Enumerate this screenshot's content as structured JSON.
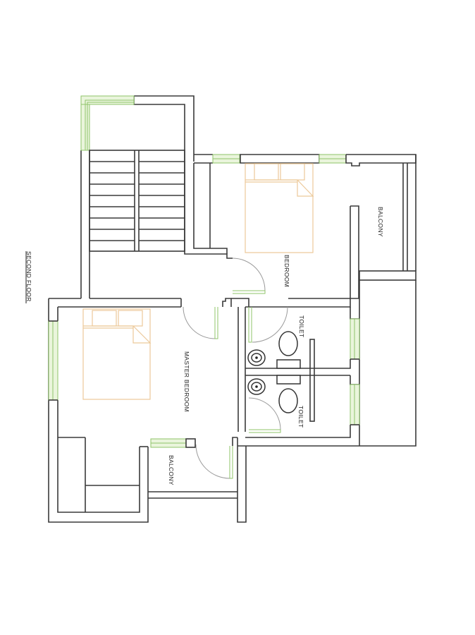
{
  "drawing": {
    "title": "SECOND FLOOR",
    "rooms": {
      "bedroom": "BEDROOM",
      "master_bedroom": "MASTER BEDROOM",
      "balcony_right": "BALCONY",
      "balcony_bottom": "BALCONY",
      "toilet_upper": "TOILET",
      "toilet_lower": "TOILET"
    },
    "stairs": {
      "flights": 2,
      "treads_per_flight": 9
    },
    "colors": {
      "wall": "#3a3a3a",
      "window": "#8fc46a",
      "furniture": "#ecc99a",
      "door_swing": "#9a9a9a",
      "background": "#ffffff"
    }
  }
}
